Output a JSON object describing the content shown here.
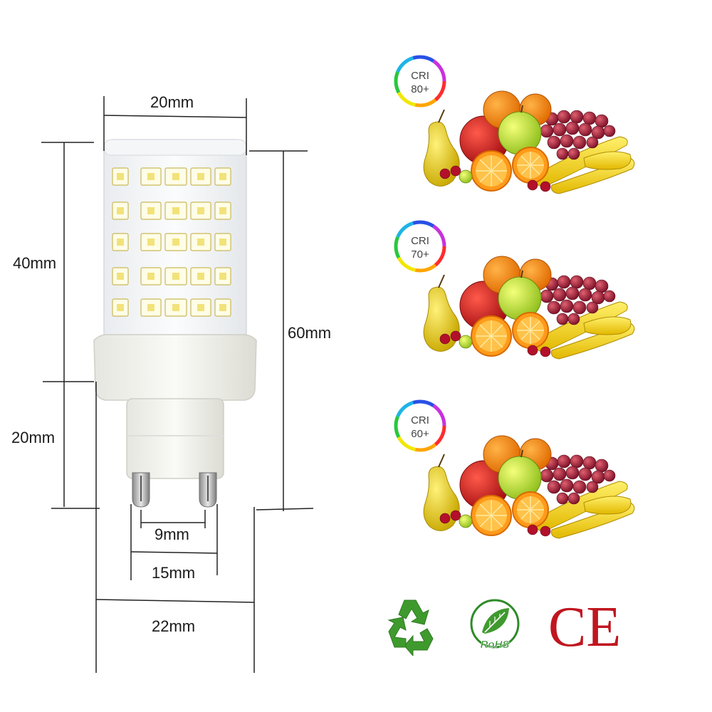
{
  "dimensions": {
    "top_width": "20mm",
    "body_height": "40mm",
    "total_height": "60mm",
    "base_height": "20mm",
    "pin_spacing": "9mm",
    "pin_outer": "15mm",
    "base_width": "22mm"
  },
  "cri_badges": [
    {
      "label": "CRI",
      "value": "80+"
    },
    {
      "label": "CRI",
      "value": "70+"
    },
    {
      "label": "CRI",
      "value": "60+"
    }
  ],
  "certifications": {
    "recycle": "recycle-icon",
    "rohs_label": "RoHS",
    "ce_mark": "CE"
  },
  "colors": {
    "dimension_line": "#222222",
    "ce_red": "#c0161f",
    "recycle_green": "#3f9a2e",
    "rohs_green": "#2f8a2a"
  }
}
